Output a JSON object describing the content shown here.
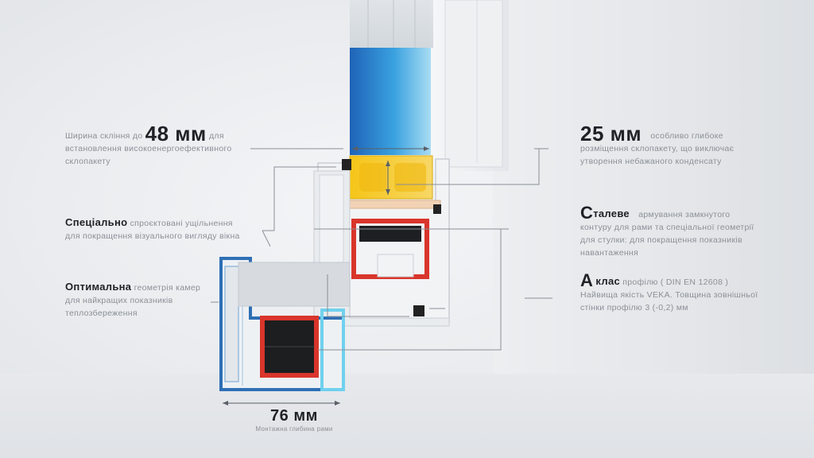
{
  "glazing": {
    "pre": "Ширина скління до",
    "value": "48 мм",
    "post": "для",
    "line2": "встановлення  високоенергоефективного",
    "line3": "склопакету"
  },
  "seals": {
    "bold": "Спеціально",
    "rest": "спроєктовані ущільнення",
    "line2": "для покращення візуального вигляду вікна"
  },
  "chambers": {
    "bold": "Оптимальна",
    "rest": "геометрія камер",
    "line2": "для найкращих показників",
    "line3": "теплозбереження"
  },
  "depth": {
    "value": "25 мм",
    "rest": "особливо  глибоке",
    "line2": "розміщення склопакету, що виключає",
    "line3": "утворення  небажаного  конденсату"
  },
  "steel": {
    "cap": "С",
    "bold": "талеве",
    "rest": "армування замкнутого",
    "line2": "контуру для рами та спеціальної геометрії",
    "line3": "для стулки:  для покращення показників",
    "line4": "навантаження"
  },
  "class": {
    "cap": "А",
    "bold": "клас",
    "rest": "профілю  ( DIN   EN   12608 )",
    "line2": "Найвища якість VEKA. Товщина зовнішньої",
    "line3": "стінки профілю 3 (-0,2) мм"
  },
  "frame_depth": {
    "value": "76 мм",
    "caption": "Монтажна глибина рами"
  },
  "colors": {
    "accent": "#1e2126",
    "steel_red": "#d9352b",
    "frame_blue": "#2e6fb5",
    "glass_blue": "#2a86cf",
    "spacer_yellow": "#f3c21b"
  }
}
